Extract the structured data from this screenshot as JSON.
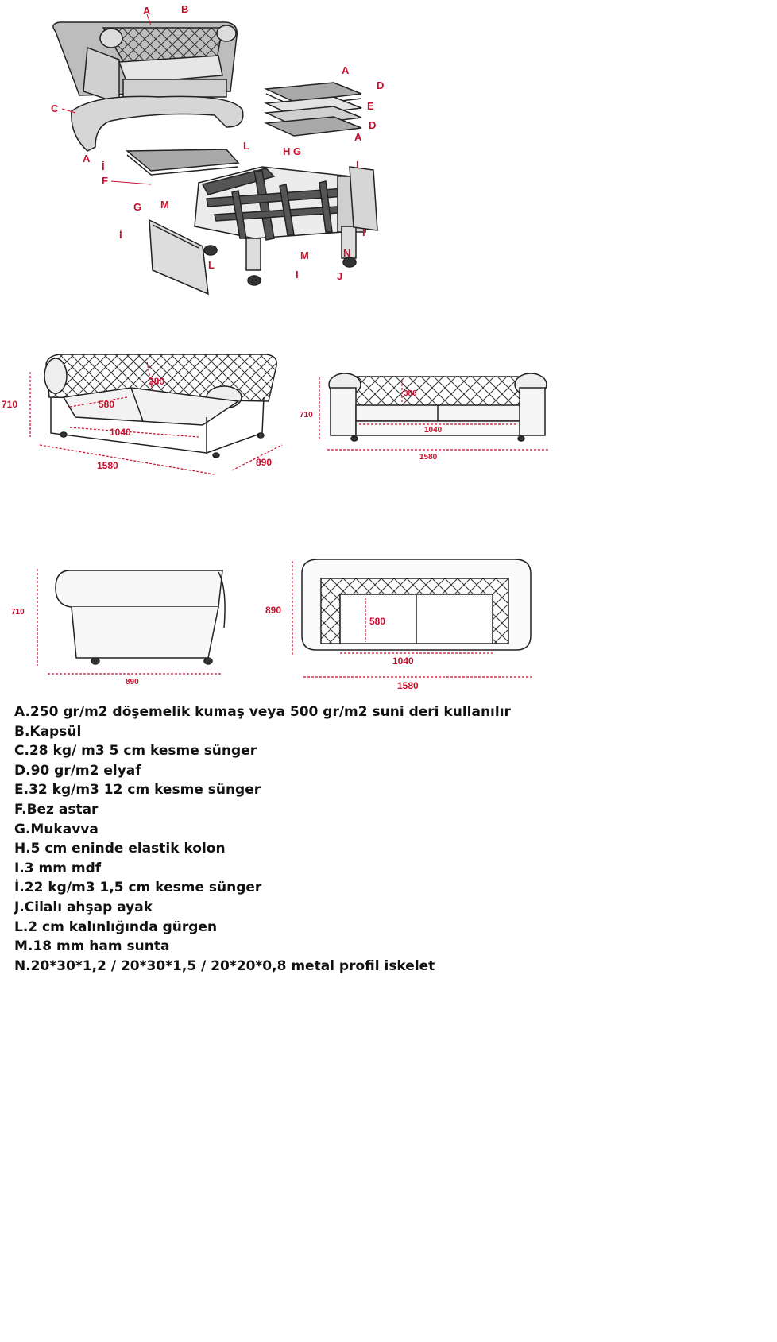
{
  "exploded_view": {
    "labels": {
      "a_top": "A",
      "b_top": "B",
      "c_left": "C",
      "a_left": "A",
      "i_left": "İ",
      "f_left": "F",
      "g_left": "G",
      "m_left": "M",
      "i_panel": "İ",
      "l_frame": "L",
      "hg_frame": "H G",
      "i_right": "I",
      "a_stack1": "A",
      "d_stack1": "D",
      "e_stack": "E",
      "d_stack2": "D",
      "a_stack2": "A",
      "i_right2": "I",
      "n_frame": "N",
      "m_frame": "M",
      "l_bottom": "L",
      "i_bottom": "I",
      "j_bottom": "J"
    }
  },
  "dimension_views": {
    "perspective": {
      "height": "710",
      "seat_width": "580",
      "back_height": "380",
      "inner_width": "1040",
      "length": "1580",
      "depth": "890"
    },
    "front": {
      "height": "710",
      "back_height": "380",
      "inner_width": "1040",
      "length": "1580"
    },
    "side": {
      "height": "710",
      "depth": "890"
    },
    "top": {
      "depth": "890",
      "seat_depth": "580",
      "inner_width": "1040",
      "length": "1580"
    }
  },
  "legend": [
    "A.250 gr/m2 döşemelik kumaş veya 500 gr/m2 suni deri kullanılır",
    "B.Kapsül",
    "C.28 kg/ m3 5 cm kesme sünger",
    "D.90 gr/m2 elyaf",
    "E.32 kg/m3 12 cm kesme sünger",
    "F.Bez astar",
    "G.Mukavva",
    "H.5 cm eninde elastik kolon",
    "I.3 mm mdf",
    "İ.22 kg/m3 1,5 cm kesme sünger",
    "J.Cilalı ahşap ayak",
    "L.2 cm kalınlığında gürgen",
    "M.18 mm ham sunta",
    "N.20*30*1,2 / 20*30*1,5 / 20*20*0,8 metal profil iskelet"
  ],
  "colors": {
    "label_red": "#c8102e",
    "outline": "#222222",
    "fill_gray": "#bdbdbd"
  }
}
